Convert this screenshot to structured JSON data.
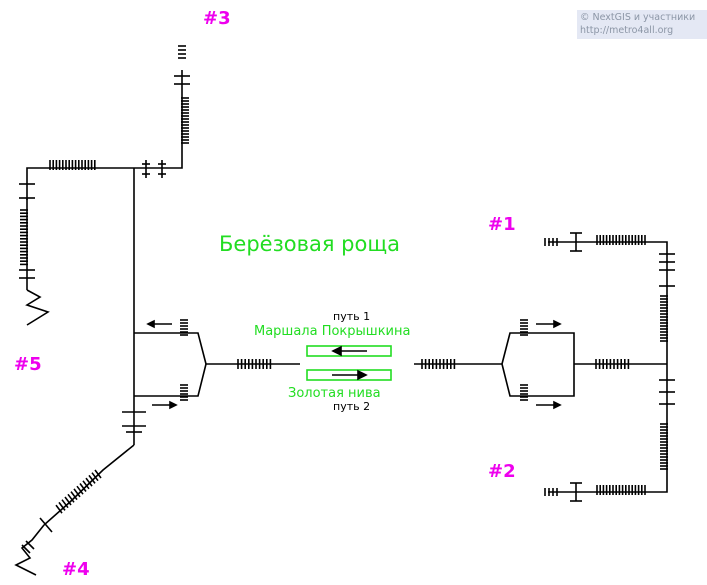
{
  "copyright": {
    "line1": "© NextGIS и участники",
    "line2": "http://metro4all.org"
  },
  "station_name": "Берёзовая роща",
  "zones": {
    "z1": "#1",
    "z2": "#2",
    "z3": "#3",
    "z4": "#4",
    "z5": "#5"
  },
  "tracks": {
    "track1_label": "путь 1",
    "track1_direction": "Маршала Покрышкина",
    "track2_label": "путь 2",
    "track2_direction": "Золотая нива"
  },
  "colors": {
    "lines": "#000000",
    "zone_labels": "#ee00ee",
    "station_name": "#22dd22",
    "platforms": "#22dd22",
    "copyright_bg": "#e4e8f4",
    "copyright_text": "#8c96a6"
  }
}
